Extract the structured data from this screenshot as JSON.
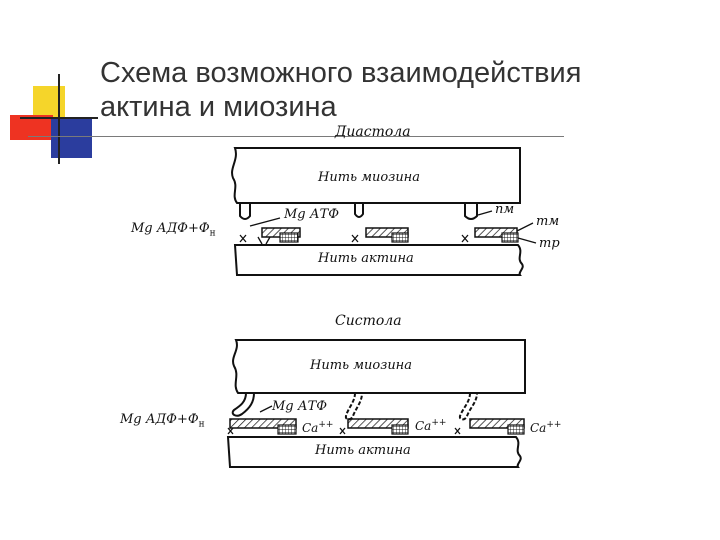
{
  "slide": {
    "title_line1": "Схема возможного взаимодействия",
    "title_line2": "актина и миозина"
  },
  "diastole": {
    "heading": "Диастола",
    "myosin_label": "Нить миозина",
    "actin_label": "Нить актина",
    "label_mgatf": "Mg АТФ",
    "label_mgadf": "Mg АДФ+Ф",
    "label_mgadf_sub": "н",
    "label_pm": "пм",
    "label_tm": "тм",
    "label_tr": "тр"
  },
  "systole": {
    "heading": "Систола",
    "myosin_label": "Нить миозина",
    "actin_label": "Нить актина",
    "label_mgatf": "Mg АТФ",
    "label_mgadf": "Mg АДФ+Ф",
    "label_mgadf_sub": "н",
    "label_ca": "Ca",
    "label_ca_sup": "++"
  },
  "colors": {
    "deco_yellow": "#f5d52a",
    "deco_red": "#ee3322",
    "deco_blue": "#2b3d9e",
    "ink": "#111111"
  }
}
